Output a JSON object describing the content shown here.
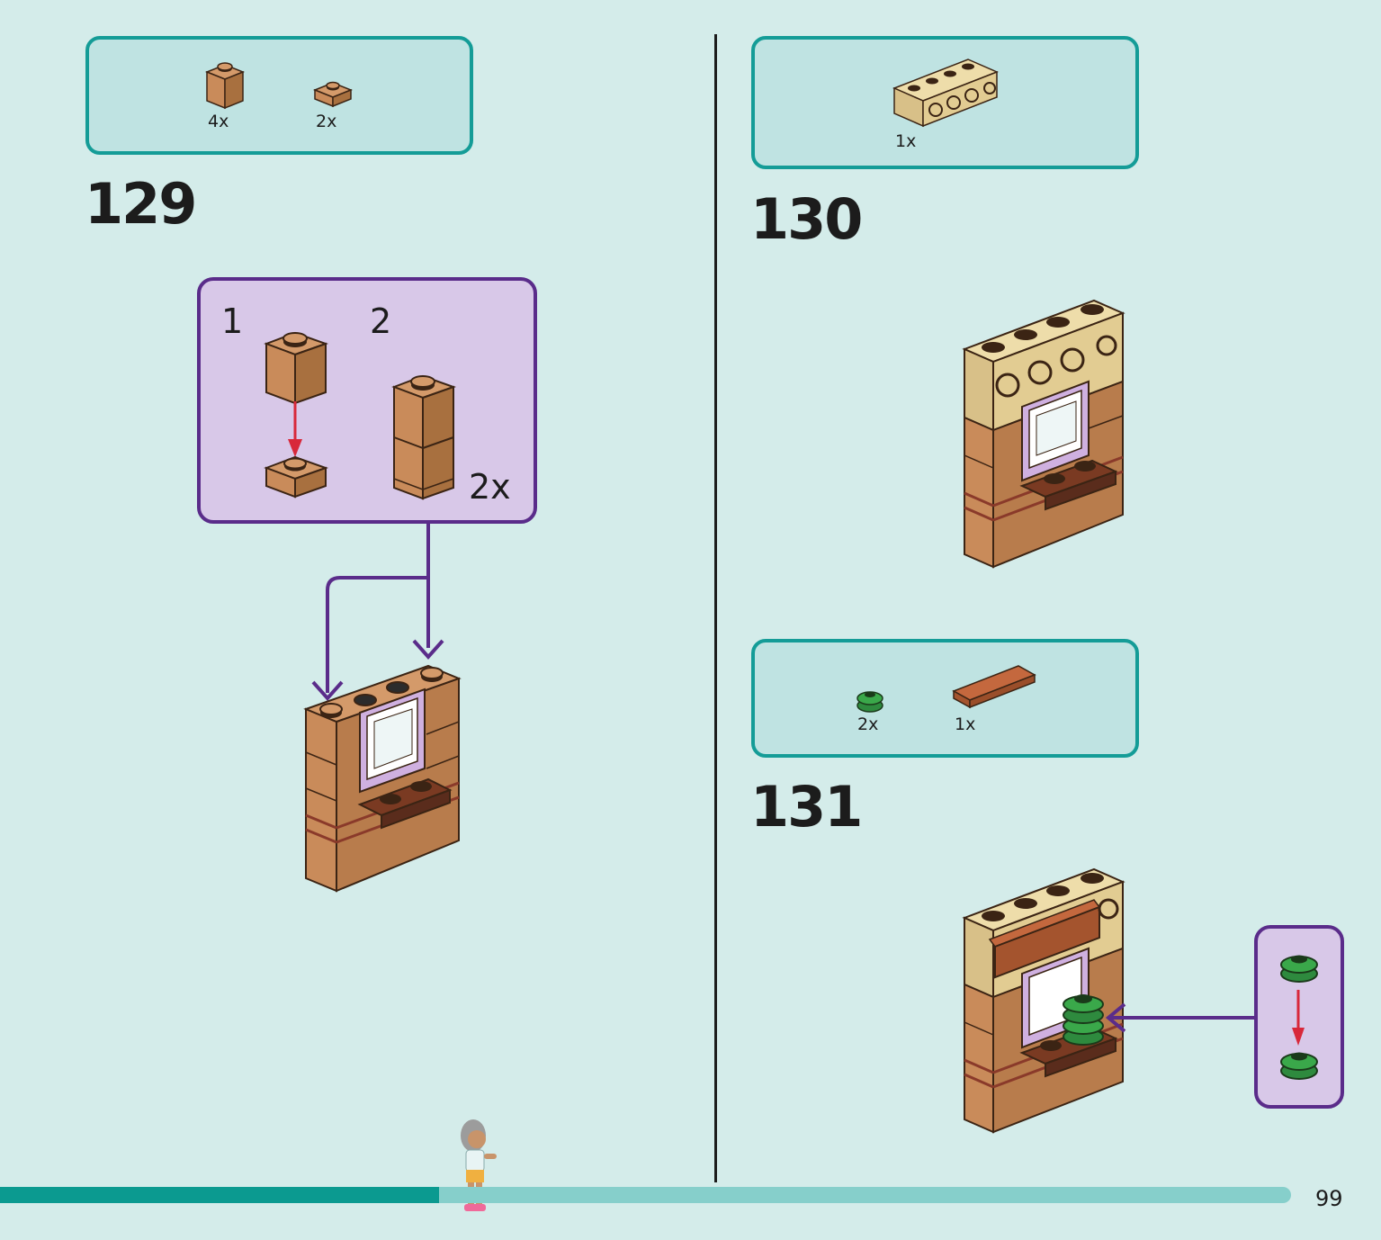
{
  "page": {
    "number": "99",
    "progress": 0.34
  },
  "colors": {
    "background": "#d4ecea",
    "parts_border": "#149c97",
    "parts_fill": "#bfe3e2",
    "substep_border": "#5a2c8a",
    "substep_fill": "#d8c8e8",
    "arrow_purple": "#5a2c8a",
    "arrow_red": "#d8283a",
    "brick_brown": "#c98b5a",
    "brick_tan": "#e2cc92",
    "brick_dark": "#5a2c1c",
    "plant_green": "#3aa84a"
  },
  "steps": [
    {
      "number": "129",
      "parts": [
        {
          "qty": "4x",
          "icon": "brick-1x1-brown-icon"
        },
        {
          "qty": "2x",
          "icon": "plate-1x1-brown-icon"
        }
      ],
      "substeps": [
        {
          "number": "1"
        },
        {
          "number": "2",
          "multiplier": "2x"
        }
      ]
    },
    {
      "number": "130",
      "parts": [
        {
          "qty": "1x",
          "icon": "brick-1x4-studs-side-tan-icon"
        }
      ]
    },
    {
      "number": "131",
      "parts": [
        {
          "qty": "2x",
          "icon": "plant-round-green-icon"
        },
        {
          "qty": "1x",
          "icon": "tile-1x4-brown-icon"
        }
      ]
    }
  ]
}
